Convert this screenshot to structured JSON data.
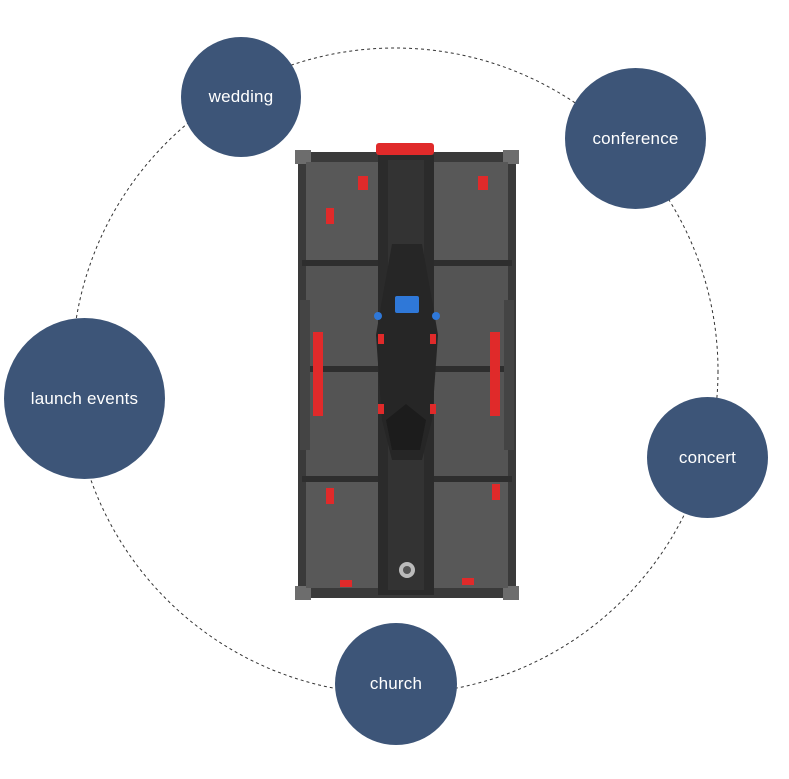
{
  "labels": {
    "wedding": "wedding",
    "conference": "conference",
    "launch_events": "launch events",
    "concert": "concert",
    "church": "church"
  },
  "colors": {
    "bubble": "#3d5578",
    "panel_frame": "#3a3a3a",
    "panel_body": "#555555",
    "accent": "#e02a2a",
    "display_screen": "#2f78d8"
  },
  "icons": [
    "led-cabinet-panel-image",
    "dashed-circle-ring"
  ]
}
